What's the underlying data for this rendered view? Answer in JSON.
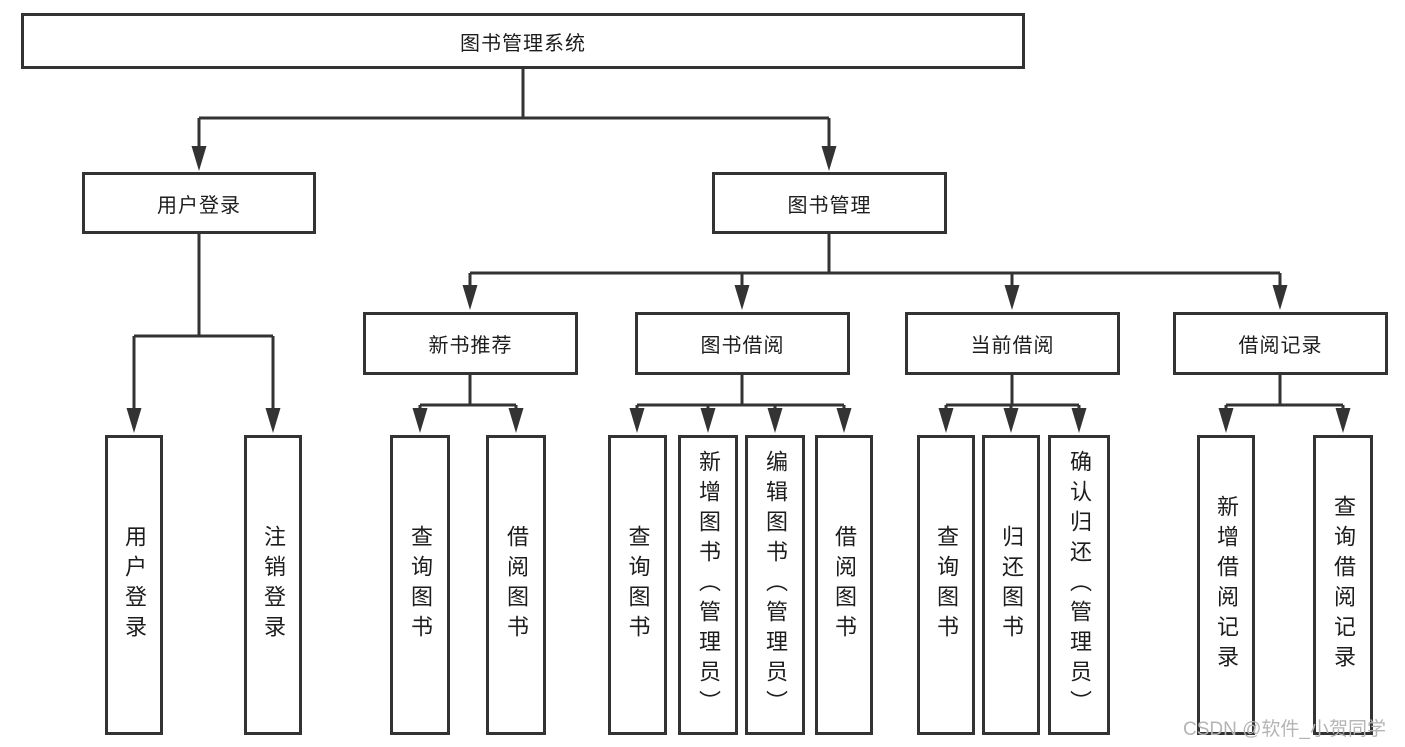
{
  "diagram_type": "hierarchy-tree",
  "tree": {
    "root": {
      "label": "图书管理系统",
      "children": [
        {
          "label": "用户登录",
          "children": [
            {
              "label": "用户登录"
            },
            {
              "label": "注销登录"
            }
          ]
        },
        {
          "label": "图书管理",
          "children": [
            {
              "label": "新书推荐",
              "children": [
                {
                  "label": "查询图书"
                },
                {
                  "label": "借阅图书"
                }
              ]
            },
            {
              "label": "图书借阅",
              "children": [
                {
                  "label": "查询图书"
                },
                {
                  "label": "新增图书（管理员）"
                },
                {
                  "label": "编辑图书（管理员）"
                },
                {
                  "label": "借阅图书"
                }
              ]
            },
            {
              "label": "当前借阅",
              "children": [
                {
                  "label": "查询图书"
                },
                {
                  "label": "归还图书"
                },
                {
                  "label": "确认归还（管理员）"
                }
              ]
            },
            {
              "label": "借阅记录",
              "children": [
                {
                  "label": "新增借阅记录"
                },
                {
                  "label": "查询借阅记录"
                }
              ]
            }
          ]
        }
      ]
    }
  },
  "watermark": {
    "text": "CSDN @软件_小贺同学"
  },
  "colors": {
    "line": "#333333",
    "text": "#1d1d1d",
    "background": "#ffffff",
    "watermark": "#b5b5b5"
  }
}
